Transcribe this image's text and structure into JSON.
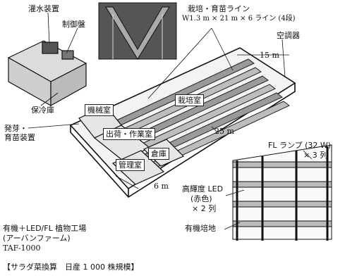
{
  "labels": {
    "irrigation": "灌水装置",
    "control_panel": "制御盤",
    "cool_storage": "保冷庫",
    "germination": "発芽・\n育苗装置",
    "cultivation_line": "栽培・育苗ライン",
    "cultivation_spec": "W1.3 m × 21 m × 6 ライン (4段)",
    "air_conditioner": "空調器",
    "dim_15m": "15 m",
    "dim_25m": "25 m",
    "dim_6m": "6 m",
    "machine_room": "機械室",
    "cultivation_room": "栽培室",
    "shipping_room": "出荷・作業室",
    "warehouse": "倉庫",
    "management_room": "管理室",
    "fl_lamp": "FL ランプ (32 W)",
    "fl_cols": "× 3 列",
    "led": "高輝度 LED",
    "led_color": "(赤色)",
    "led_cols": "× 2 列",
    "medium": "有機培地"
  },
  "caption": {
    "line1": "有機＋LED/FL 植物工場",
    "line2": "(アーバンファーム)",
    "line3": "TAF-1000"
  },
  "footer": "【サラダ菜換算　日産 1 000 株規模】"
}
